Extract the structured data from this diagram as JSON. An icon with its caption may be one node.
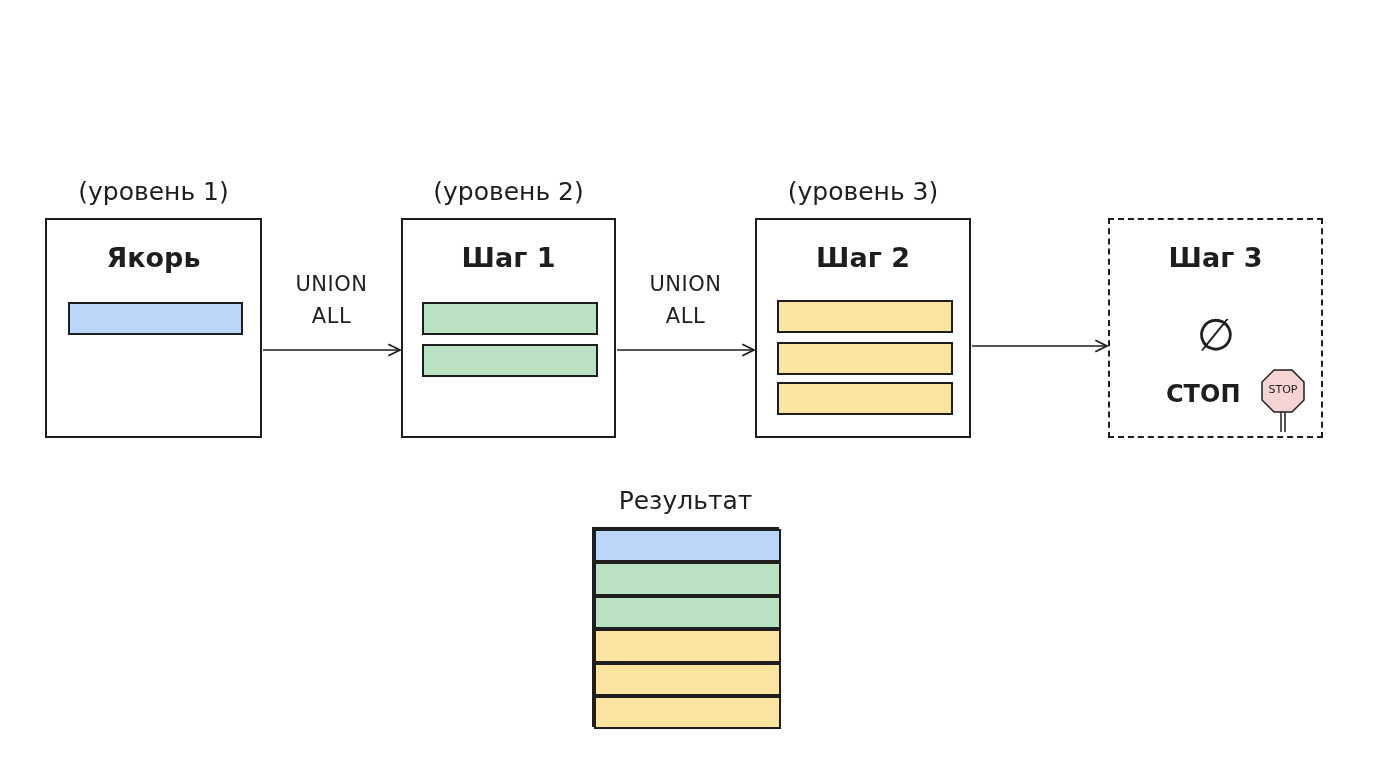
{
  "diagram": {
    "nodes": [
      {
        "text": [
          "(уровень 1)",
          "Якорь"
        ]
      },
      {
        "text": [],
        "shape": "bar",
        "in": 0
      },
      {
        "text": [
          "(уровень 2)",
          "Шаг 1"
        ]
      },
      {
        "text": [],
        "shape": "bar",
        "in": 2
      },
      {
        "text": [],
        "shape": "bar",
        "in": 2
      },
      {
        "text": [
          "(уровень 3)",
          "Шаг 2"
        ]
      },
      {
        "text": [],
        "shape": "bar",
        "in": 5
      },
      {
        "text": [],
        "shape": "bar",
        "in": 5
      },
      {
        "text": [],
        "shape": "bar",
        "in": 5
      },
      {
        "text": [
          "Шаг 3",
          "∅",
          "СТОП"
        ]
      },
      {
        "text": [
          "Результат"
        ]
      },
      {
        "text": [],
        "shape": "bar",
        "in": 10
      },
      {
        "text": [],
        "shape": "bar",
        "in": 10
      },
      {
        "text": [],
        "shape": "bar",
        "in": 10
      },
      {
        "text": [],
        "shape": "bar",
        "in": 10
      },
      {
        "text": [],
        "shape": "bar",
        "in": 10
      },
      {
        "text": [],
        "shape": "bar",
        "in": 10
      }
    ],
    "edges": [
      {
        "from": 0,
        "to": 2,
        "arrow": "to",
        "label": "UNION ALL"
      },
      {
        "from": 2,
        "to": 5,
        "arrow": "to",
        "label": "UNION ALL"
      },
      {
        "from": 5,
        "to": 9,
        "arrow": "to"
      }
    ],
    "labels": [
      "STOP"
    ]
  }
}
